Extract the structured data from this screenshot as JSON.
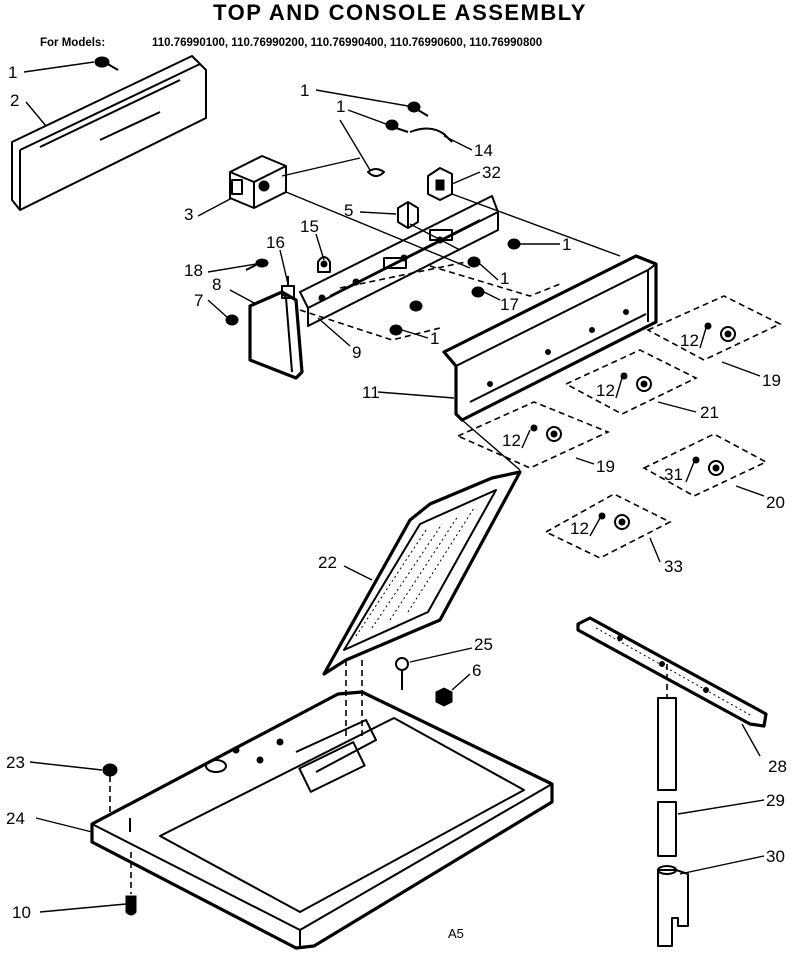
{
  "header": {
    "title": "TOP AND CONSOLE ASSEMBLY",
    "models_label": "For Models:",
    "models": "110.76990100, 110.76990200, 110.76990400, 110.76990600, 110.76990800"
  },
  "callouts": {
    "c1a": "1",
    "c2": "2",
    "c1b": "1",
    "c1c": "1",
    "c14": "14",
    "c32": "32",
    "c3": "3",
    "c5": "5",
    "c1d": "1",
    "c15": "15",
    "c16": "16",
    "c18": "18",
    "c1e": "1",
    "c8": "8",
    "c17": "17",
    "c7": "7",
    "c1f": "1",
    "c9": "9",
    "c19a": "19",
    "c11": "11",
    "c21": "21",
    "c19b": "19",
    "c20": "20",
    "c33": "33",
    "c22": "22",
    "c25": "25",
    "c6": "6",
    "c28": "28",
    "c23": "23",
    "c29": "29",
    "c24": "24",
    "c30": "30",
    "c10": "10"
  },
  "sub_labels": {
    "k12a": "12",
    "k12b": "12",
    "k12c": "12",
    "k31": "31",
    "k12d": "12"
  },
  "footer": {
    "code": "A5"
  }
}
